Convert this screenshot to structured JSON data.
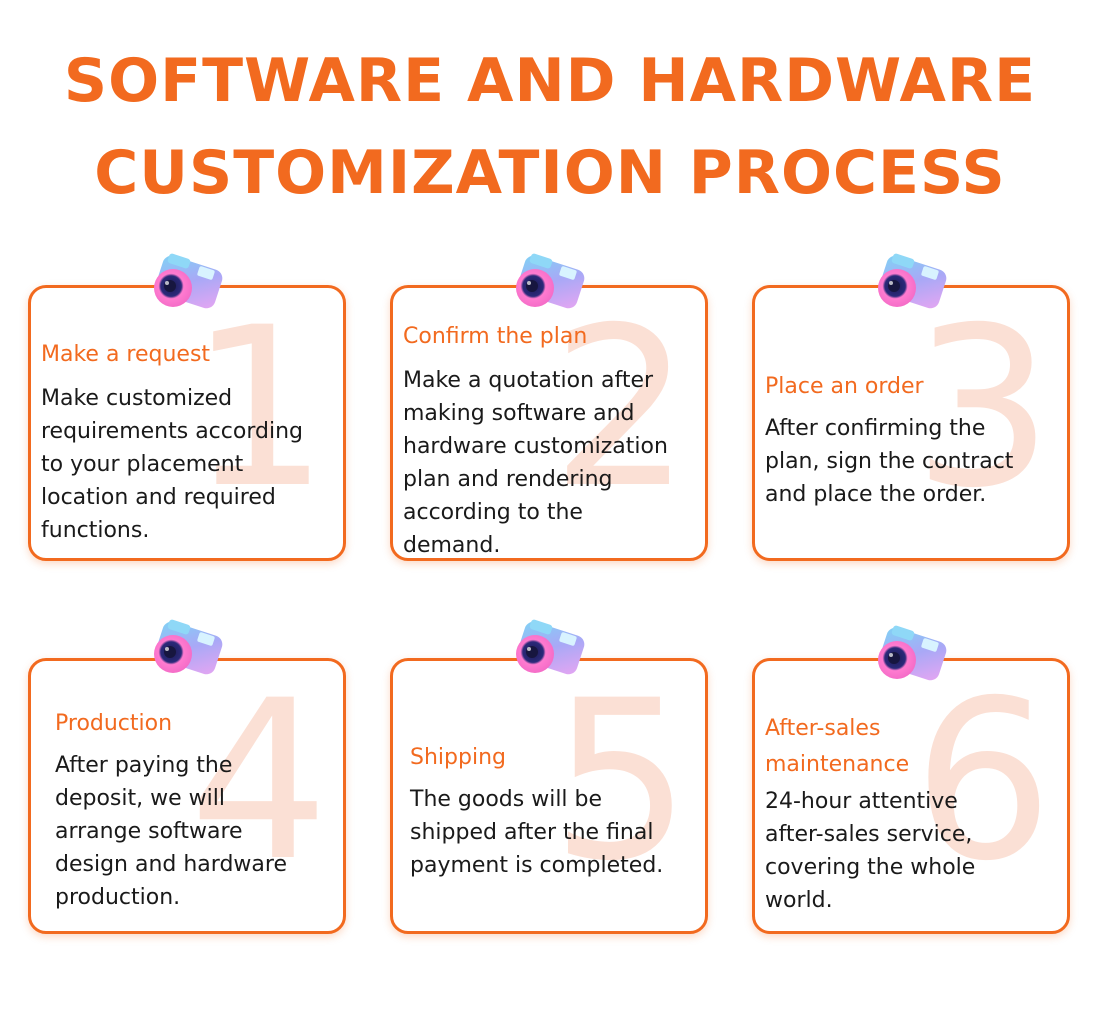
{
  "title": {
    "line1": "SOFTWARE AND HARDWARE",
    "line2": "CUSTOMIZATION PROCESS"
  },
  "icon": "camera-icon",
  "colors": {
    "accent": "#f26a1f",
    "number": "#fbe0d5"
  },
  "steps": [
    {
      "number": "1",
      "title": "Make a request",
      "description": "Make customized\nrequirements according\nto your placement\nlocation and required\nfunctions."
    },
    {
      "number": "2",
      "title": "Confirm the plan",
      "description": "Make a quotation after\nmaking software and\nhardware customization\nplan and rendering\naccording to the\ndemand."
    },
    {
      "number": "3",
      "title": "Place an order",
      "description": "After confirming the\nplan, sign the contract\nand place the order."
    },
    {
      "number": "4",
      "title": "Production",
      "description": "After paying the\ndeposit, we will\narrange software\ndesign and hardware\nproduction."
    },
    {
      "number": "5",
      "title": "Shipping",
      "description": "The goods will be\nshipped after the final\npayment is completed."
    },
    {
      "number": "6",
      "title": "After-sales\nmaintenance",
      "description": "24-hour attentive\nafter-sales service,\ncovering the whole\nworld."
    }
  ]
}
